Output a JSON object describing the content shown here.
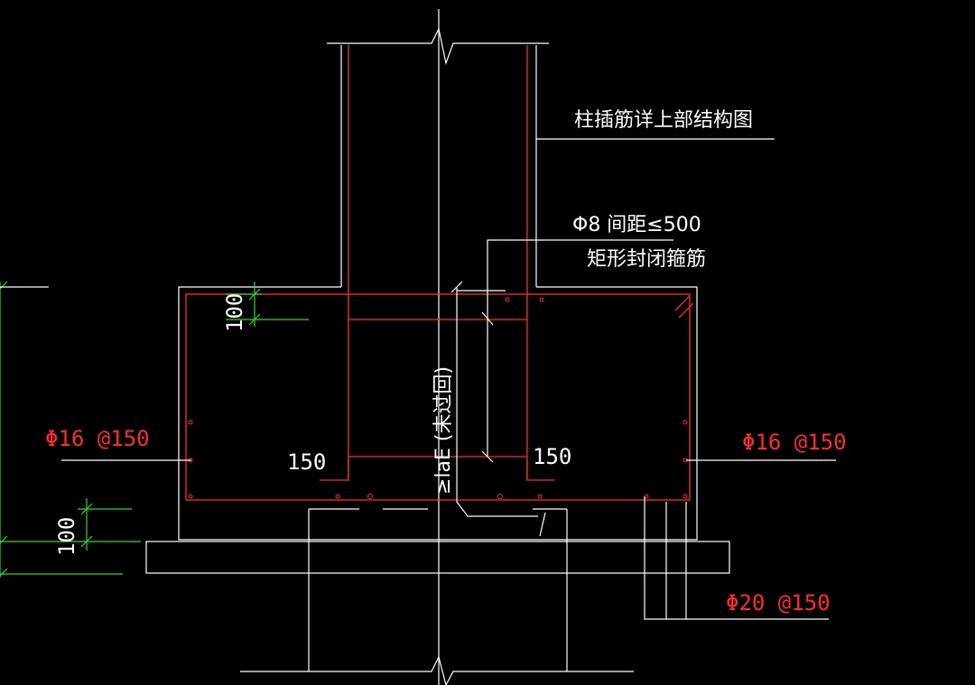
{
  "labels": {
    "title": "柱插筋详上部结构图",
    "stirrup_spacing": "Φ8 间距≤500",
    "stirrup_type": "矩形封闭箍筋",
    "rebar_left": "Φ16 @150",
    "rebar_right": "Φ16 @150",
    "rebar_bottom": "Φ20 @150",
    "anchor_left": "150",
    "anchor_right": "150",
    "dim_top": "100",
    "dim_bottom": "100",
    "anchorage": "≥laE (未过回)"
  },
  "colors": {
    "background": "#000000",
    "lines": "#ffffff",
    "rebar": "#ff2a2a",
    "dimension": "#22dd22"
  }
}
